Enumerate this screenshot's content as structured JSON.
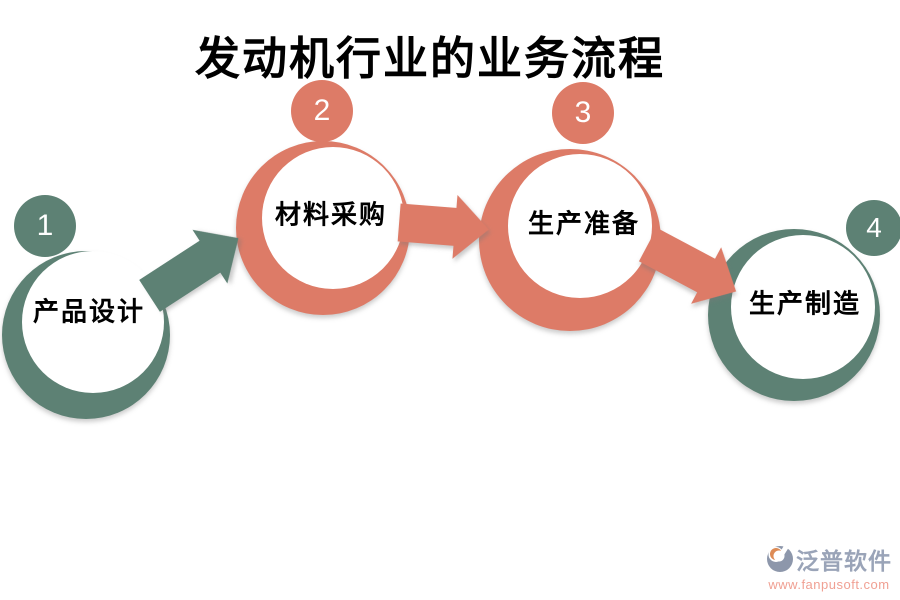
{
  "title": "发动机行业的业务流程",
  "colors": {
    "green": "#5D8174",
    "salmon": "#DD7B67",
    "title_text": "#000000",
    "step_label_text": "#000000",
    "badge_number_text": "#FFFFFF",
    "watermark_brand": "#9AA4B8",
    "watermark_url": "#F0A093",
    "watermark_logo_gray": "#8D97AB",
    "watermark_logo_orange": "#DD8B55",
    "white": "#FFFFFF"
  },
  "steps": [
    {
      "number": "1",
      "label": "产品设计",
      "color_name": "green"
    },
    {
      "number": "2",
      "label": "材料采购",
      "color_name": "salmon"
    },
    {
      "number": "3",
      "label": "生产准备",
      "color_name": "salmon"
    },
    {
      "number": "4",
      "label": "生产制造",
      "color_name": "green"
    }
  ],
  "arrows": [
    {
      "from": "1",
      "to": "2",
      "color_name": "green"
    },
    {
      "from": "2",
      "to": "3",
      "color_name": "salmon"
    },
    {
      "from": "3",
      "to": "4",
      "color_name": "salmon"
    }
  ],
  "watermark": {
    "brand": "泛普软件",
    "url": "www.fanpusoft.com"
  }
}
